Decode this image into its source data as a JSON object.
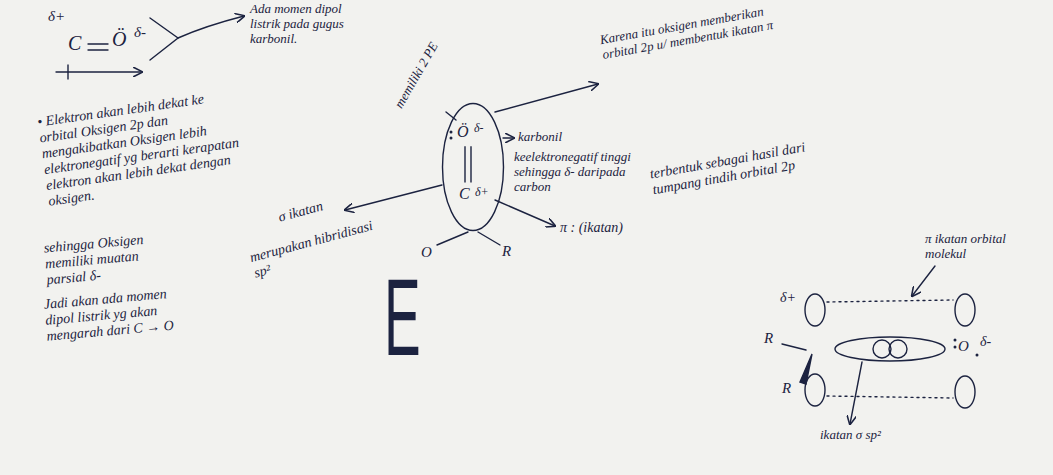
{
  "diagram": {
    "nodes": [
      {
        "text": [
          "Ö",
          "δ-",
          "C",
          "δ+"
        ]
      }
    ],
    "labels": [
      "δ+",
      "C",
      "Ö",
      "δ-",
      "Ada momen dipol listrik pada gugus karbonil.",
      "• Elektron akan lebih dekat ke orbital Oksigen 2p dan mengakibatkan Oksigen lebih elektronegatif yg berarti kerapatan elektron akan lebih dekat dengan oksigen.",
      "sehingga Oksigen memiliki muatan parsial δ-",
      "Jadi akan ada momen dipol listrik yg akan mengarah dari C → O",
      "memiliki 2 PE",
      "karbonil",
      "keelektronegatif tinggi sehingga δ- daripada carbon",
      "Karena itu oksigen memberikan orbital 2p u/ membentuk ikatan π",
      "σ ikatan",
      "merupakan hibridisasi sp²",
      "π : (ikatan)",
      "terbentuk sebagai hasil dari tumpang tindih orbital 2p",
      "O",
      "R",
      "E",
      "π ikatan orbital molekul",
      "δ+",
      "R",
      "R",
      "O",
      "δ-",
      "ikatan σ sp²"
    ]
  }
}
